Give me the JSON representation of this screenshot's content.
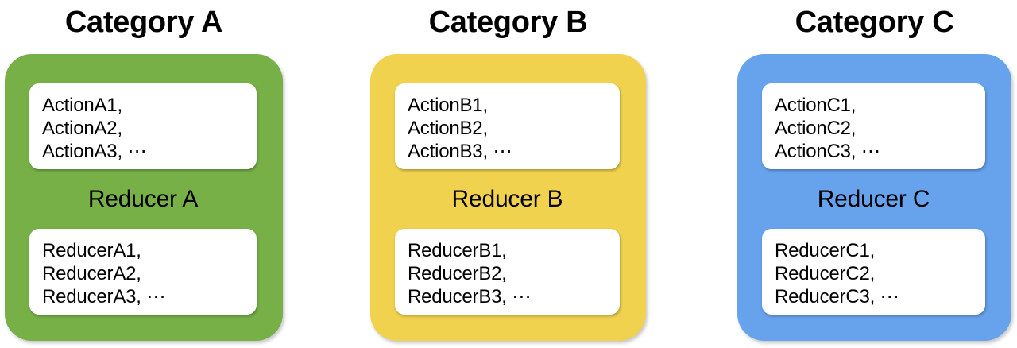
{
  "diagram": {
    "type": "grouped-boxes",
    "background_color": "#ffffff",
    "columns": [
      {
        "id": "category-a",
        "title": "Category A",
        "panel_color": "#76B047",
        "reducer_label": "Reducer A",
        "action_card": {
          "name": "action-list-a",
          "lines": [
            "ActionA1,",
            "ActionA2,",
            "ActionA3, ⋯"
          ]
        },
        "reducer_card": {
          "name": "reducer-list-a",
          "lines": [
            "ReducerA1,",
            "ReducerA2,",
            "ReducerA3, ⋯"
          ]
        }
      },
      {
        "id": "category-b",
        "title": "Category B",
        "panel_color": "#F0D24E",
        "reducer_label": "Reducer B",
        "action_card": {
          "name": "action-list-b",
          "lines": [
            "ActionB1,",
            "ActionB2,",
            "ActionB3, ⋯"
          ]
        },
        "reducer_card": {
          "name": "reducer-list-b",
          "lines": [
            "ReducerB1,",
            "ReducerB2,",
            "ReducerB3, ⋯"
          ]
        }
      },
      {
        "id": "category-c",
        "title": "Category C",
        "panel_color": "#67A2EC",
        "reducer_label": "Reducer C",
        "action_card": {
          "name": "action-list-c",
          "lines": [
            "ActionC1,",
            "ActionC2,",
            "ActionC3, ⋯"
          ]
        },
        "reducer_card": {
          "name": "reducer-list-c",
          "lines": [
            "ReducerC1,",
            "ReducerC2,",
            "ReducerC3, ⋯"
          ]
        }
      }
    ]
  }
}
